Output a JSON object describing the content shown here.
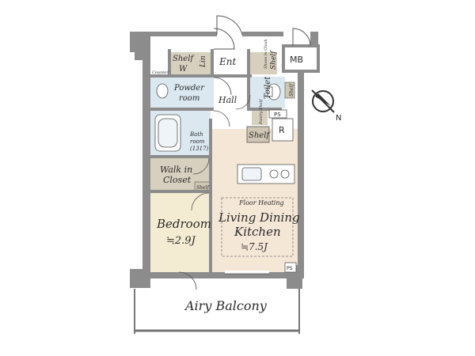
{
  "rooms": {
    "shelf_top": "Shelf",
    "washer": "W",
    "linen": "Lin",
    "entrance": "Ent",
    "shoes_cloak": "Shoes in Cloak",
    "shelf_ent": "Shelf",
    "mb": "MB",
    "counter": "Counter",
    "powder_room_line1": "Powder",
    "powder_room_line2": "room",
    "hall": "Hall",
    "toilet": "Toilet",
    "shelf_toilet": "Shelf",
    "pantry": "Pantry Shelf",
    "ps_top": "PS",
    "refrigerator": "R",
    "shelf_kitchen": "Shelf",
    "bath_room_line1": "Bath",
    "bath_room_line2": "room",
    "bath_room_size": "(1317)",
    "walk_in_closet_line1": "Walk in",
    "walk_in_closet_line2": "Closet",
    "shelf_closet": "Shelf",
    "bedroom": "Bedroom",
    "bedroom_size": "≒2.9J",
    "floor_heating": "Floor Heating",
    "ldk_line1": "Living Dining",
    "ldk_line2": "Kitchen",
    "ldk_size": "≒7.5J",
    "ps_bottom": "PS",
    "balcony": "Airy Balcony"
  },
  "compass": {
    "north_label": "N"
  },
  "colors": {
    "wall": "#8c8c8c",
    "ldk_floor": "#f5e7d6",
    "bedroom_floor": "#f3ecd2",
    "wet_area_floor": "#dbe8f0",
    "closet_floor": "#d8d0be",
    "shelf": "#cfc6b3"
  }
}
